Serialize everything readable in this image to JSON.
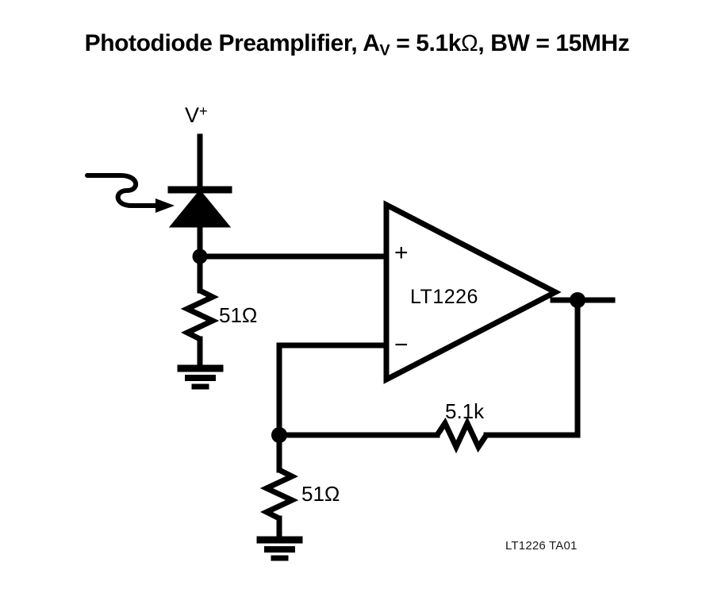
{
  "figure": {
    "type": "schematic-diagram",
    "title_text": "Photodiode Preamplifier, A_V = 5.1kΩ, BW = 15MHz",
    "title_parts": {
      "lead": "Photodiode Preamplifier, A",
      "gain_sub": "V",
      "gain_eq": " = 5.1k",
      "ohm": "Ω",
      "bw": ", BW = 15MHz"
    },
    "caption": "LT1226 TA01",
    "background_color": "#ffffff",
    "line_color": "#000000"
  },
  "labels": {
    "supply": "V",
    "supply_sup": "+",
    "opamp_part": "LT1226",
    "noninverting_input": "+",
    "inverting_input": "−",
    "r_bias": "51",
    "r_bias_unit": "Ω",
    "r_gain": "51",
    "r_gain_unit": "Ω",
    "r_feedback": "5.1k"
  },
  "components": [
    {
      "name": "photodiode",
      "label": "",
      "terminal_top": "V+",
      "terminal_bottom": "node-noninverting"
    },
    {
      "name": "resistor-bias",
      "label": "51Ω",
      "from": "node-noninverting",
      "to": "ground-1"
    },
    {
      "name": "opamp",
      "label": "LT1226",
      "inputs": [
        "+",
        "−"
      ],
      "output": "node-output"
    },
    {
      "name": "resistor-gain",
      "label": "51Ω",
      "from": "node-inverting",
      "to": "ground-2"
    },
    {
      "name": "resistor-feedback",
      "label": "5.1k",
      "from": "node-inverting",
      "to": "node-output"
    }
  ],
  "annotations": {
    "light_arrow": "incident-light-arrow"
  }
}
